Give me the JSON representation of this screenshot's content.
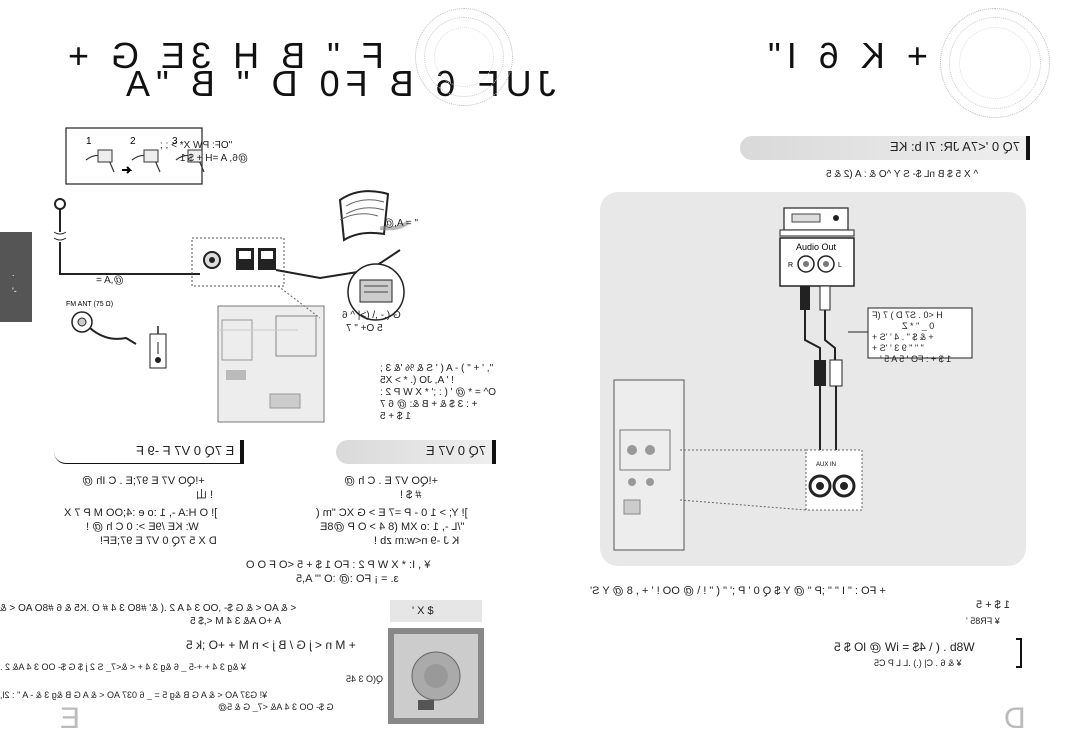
{
  "left_page": {
    "title_line1": "F \" B H 3E G +",
    "title_line2": "JUF 6 B F0 D \" B \"A",
    "page_number": "E",
    "sidetab": {
      "line1": ".",
      "line2": "'-"
    },
    "steps": [
      "1",
      "2",
      "3"
    ],
    "fm_ant_label": "FM ANT (75 Ω)",
    "am_label_small": "@,A =",
    "callout_top": {
      "line1": "\"OF: PW X* > ; ;",
      "line2": "@6, A =H + $ 1"
    },
    "callout_fm": "\" = A,@",
    "notes_am": {
      "line1": "G (.- ,\\ (>| ^ 6",
      "line2": "5 O+ \" 7"
    },
    "notes_right": [
      "\", ' + \" ) - A ( ' S & % '& 3 ;",
      "! ' A, JO (. * > X5",
      "O^ = * @ ' ( : ;' * X W P 2 :",
      "+ : 3 $ & + B &: @ 6 7",
      "1 $ + 5"
    ],
    "section_left": {
      "label": "7Q 0 V7 E",
      "dark": true
    },
    "section_left2": {
      "label": "E 7Q 0 V7 F -9 F"
    },
    "col_left_text": [
      "+!QO V7 E 97;E . C Ih @",
      "! 山",
      "]! O H:A -, 1 :o e :4;OO M P 7 X",
      "W: KE /9E >: 0 C h @ !",
      "D X 5 7Q 0 V7 E 97;EF!"
    ],
    "col_right_text": [
      "+!QO V7 E . C h @",
      "# $ !",
      "]! Y; > 1 0 - P =7 E > G XC \"m (",
      "\"/L -, 1 :o XM (8 4 > O P @8E",
      "K J -9 n<w:m zb !"
    ],
    "note_yen": {
      "line1": "¥ , I: * X W P 2 : FO 1 $ + 5 <O F O O",
      "line2": "з. = ¡ FO :@ :O '\" A,5"
    },
    "long_line1": "< & AO < & G $- ,OO 3 4 A 2 .( &' #8O 3 4 # O .K5 & 6 #8O AO < &",
    "long_line2": "A +O A& 3 4 M <,$ 5",
    "small_section": {
      "label": "' X $"
    },
    "sub_heading": "+ M n < j G / B j > n M + +O ;k 5",
    "para": [
      "¥ &g 3 4 + +-5 _ 6 &g 3 4 + < &<7_ S 2 j $ G $- OO 3 4 A& 2 .",
      "Q(O 3 45",
      "¥! G37 AO < & A G B &g 5 = _ 6 037 AO < & A G B &g 3 & - A \" : 2l,",
      "G $- OO 3 4 A& <7_ G & 5@"
    ]
  },
  "right_page": {
    "title": "+ K 6 I\"",
    "page_number": "D",
    "section": {
      "label": "7Q 0 '<7A JR: 7I b: KE"
    },
    "intro": "^ X 5 $ B nL $- S Y ^O & : A (2 & 5",
    "audio_out_label": "Audio Out",
    "r_label": "R",
    "l_label": "L",
    "aux_in_label": "AUX IN",
    "callout": [
      "H <0 . S7 D ) 7 (F",
      "0 _ \" * Z",
      "+ & $ \" . 4 ' 'S +",
      "\" \" \" 9 3 ' 'S +",
      "1 $ + : FO ' 5 A 5 '"
    ],
    "bullets": {
      "line1": "+ FO : \" I \" \" ;P \" @ Y $ Q 0 ' P ;' \" ( \" ! \\ @ OO ! ' + , 8 @ Y S'",
      "line2": "1 $ + 5",
      "line3": "¥ FR85 '"
    },
    "bracket_text": {
      "line1": "W8b . ( \\ 4$ = iW @ lO $ 5",
      "line2": "¥ & 6 . C| (.) .L L P C5"
    }
  }
}
